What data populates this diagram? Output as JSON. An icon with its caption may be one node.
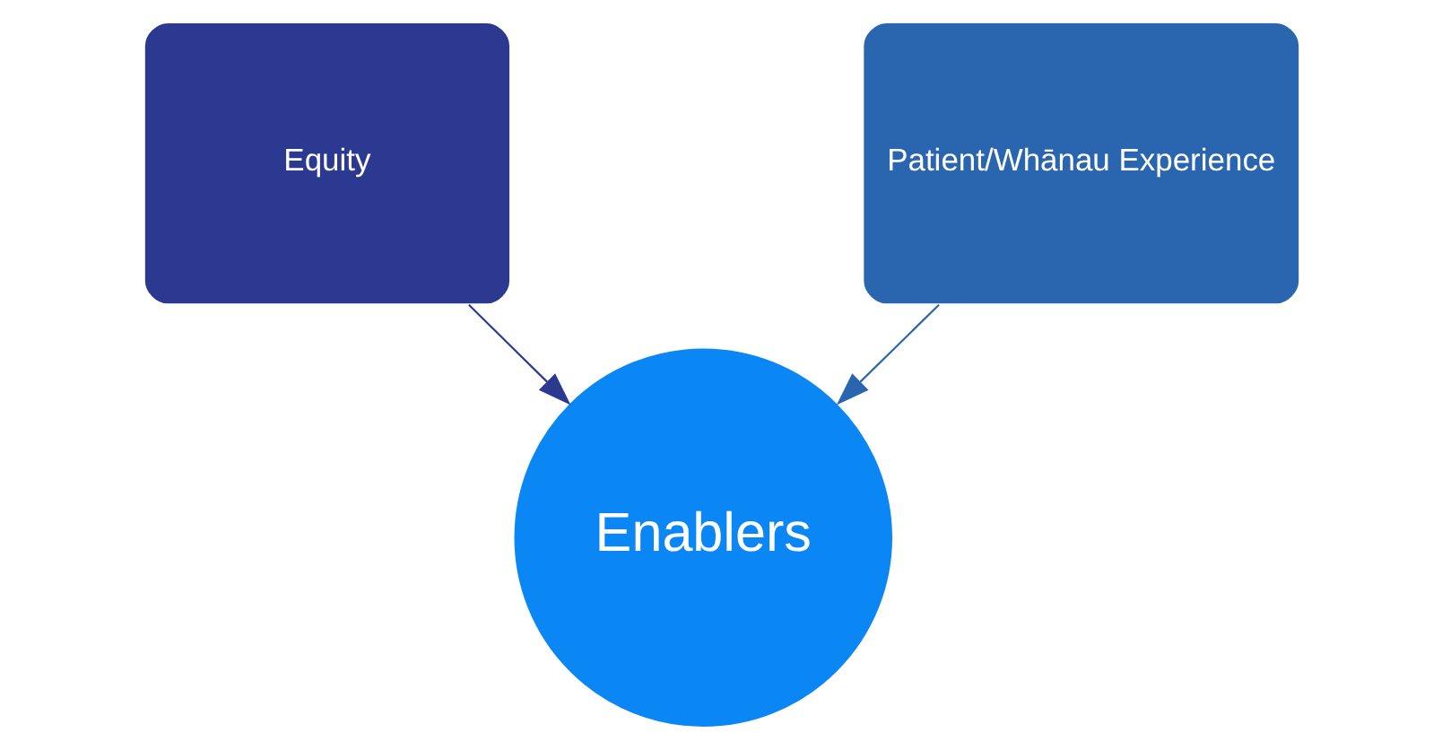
{
  "diagram": {
    "nodes": [
      {
        "text": [
          "Equity"
        ]
      },
      {
        "text": [
          "Patient/Whānau Experience"
        ]
      },
      {
        "text": [
          "Enablers"
        ]
      }
    ],
    "edges": [
      {
        "from": 0,
        "to": 2,
        "arrow": "to"
      },
      {
        "from": 1,
        "to": 2,
        "arrow": "to"
      }
    ]
  }
}
